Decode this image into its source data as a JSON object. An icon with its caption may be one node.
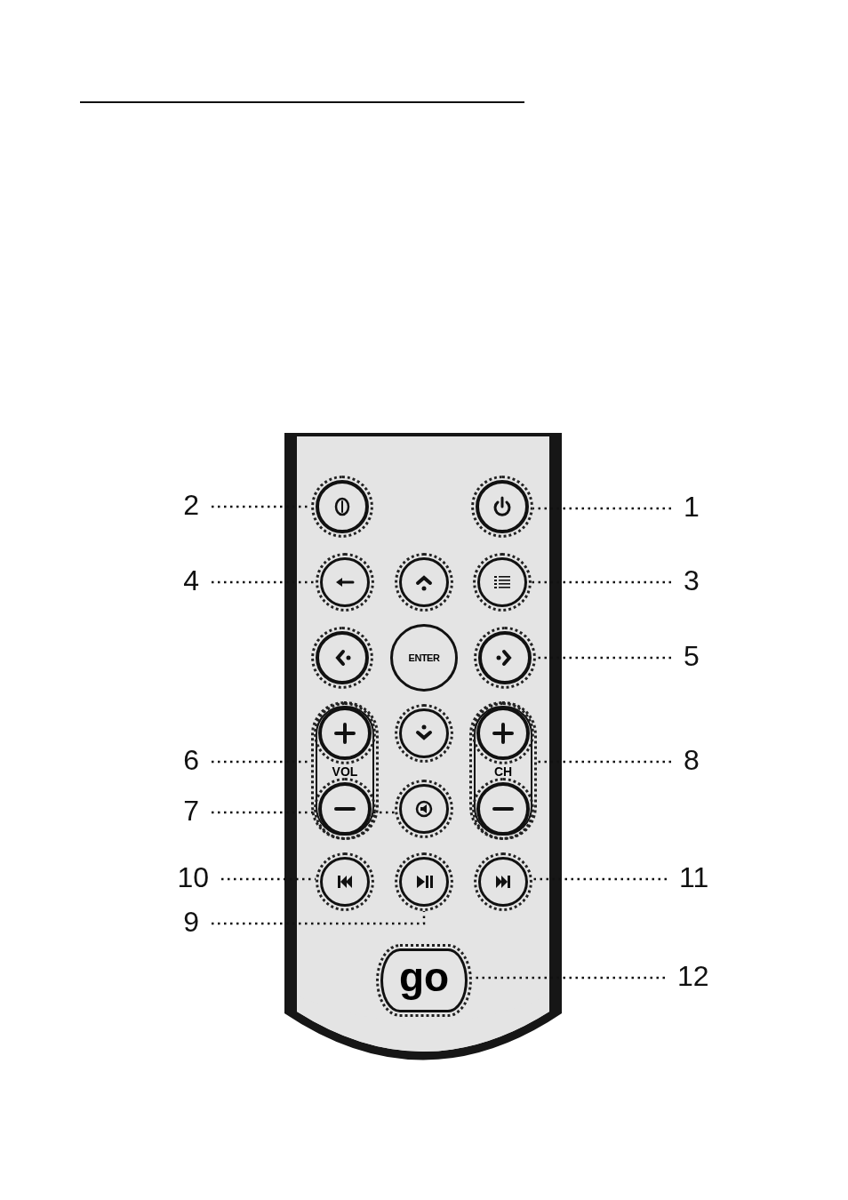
{
  "diagram": {
    "nodes": [
      {
        "text": [
          "2"
        ]
      },
      {
        "text": [
          "1"
        ]
      },
      {
        "text": [
          "4"
        ]
      },
      {
        "text": [
          "3"
        ]
      },
      {
        "text": [
          "5"
        ]
      },
      {
        "text": [
          "6"
        ]
      },
      {
        "text": [
          "8"
        ]
      },
      {
        "text": [
          "7"
        ]
      },
      {
        "text": [
          "10"
        ]
      },
      {
        "text": [
          "11"
        ]
      },
      {
        "text": [
          "9"
        ]
      },
      {
        "text": [
          "12"
        ]
      },
      {
        "text": [],
        "shape": "circle"
      },
      {
        "text": [],
        "shape": "circle"
      },
      {
        "text": [],
        "shape": "circle"
      },
      {
        "text": [],
        "shape": "circle"
      },
      {
        "text": [],
        "shape": "circle"
      },
      {
        "text": [],
        "shape": "circle"
      },
      {
        "text": [
          "ENTER"
        ]
      },
      {
        "text": [],
        "shape": "circle"
      },
      {
        "text": [
          "VOL"
        ]
      },
      {
        "text": [],
        "shape": "circle",
        "in": 20
      },
      {
        "text": [],
        "shape": "circle",
        "in": 20
      },
      {
        "text": [],
        "shape": "circle"
      },
      {
        "text": [
          "CH"
        ]
      },
      {
        "text": [],
        "shape": "circle",
        "in": 24
      },
      {
        "text": [],
        "shape": "circle",
        "in": 24
      },
      {
        "text": [],
        "shape": "circle"
      },
      {
        "text": [],
        "shape": "circle"
      },
      {
        "text": [],
        "shape": "circle"
      },
      {
        "text": [],
        "shape": "circle"
      },
      {
        "text": [
          "go"
        ]
      }
    ],
    "edges": [
      {
        "from": 0,
        "to": 12,
        "arrow": "none"
      },
      {
        "from": 1,
        "to": 13,
        "arrow": "none"
      },
      {
        "from": 2,
        "to": 14,
        "arrow": "none"
      },
      {
        "from": 3,
        "to": 16,
        "arrow": "none"
      },
      {
        "from": 4,
        "to": 19,
        "arrow": "none"
      },
      {
        "from": 5,
        "to": 20,
        "arrow": "none"
      },
      {
        "from": 6,
        "to": 24,
        "arrow": "none"
      },
      {
        "from": 7,
        "to": 27,
        "arrow": "none"
      },
      {
        "from": 8,
        "to": 28,
        "arrow": "none"
      },
      {
        "from": 9,
        "to": 30,
        "arrow": "none"
      },
      {
        "from": 10,
        "to": 29,
        "arrow": "none"
      },
      {
        "from": 11,
        "to": 31,
        "arrow": "none"
      }
    ]
  }
}
